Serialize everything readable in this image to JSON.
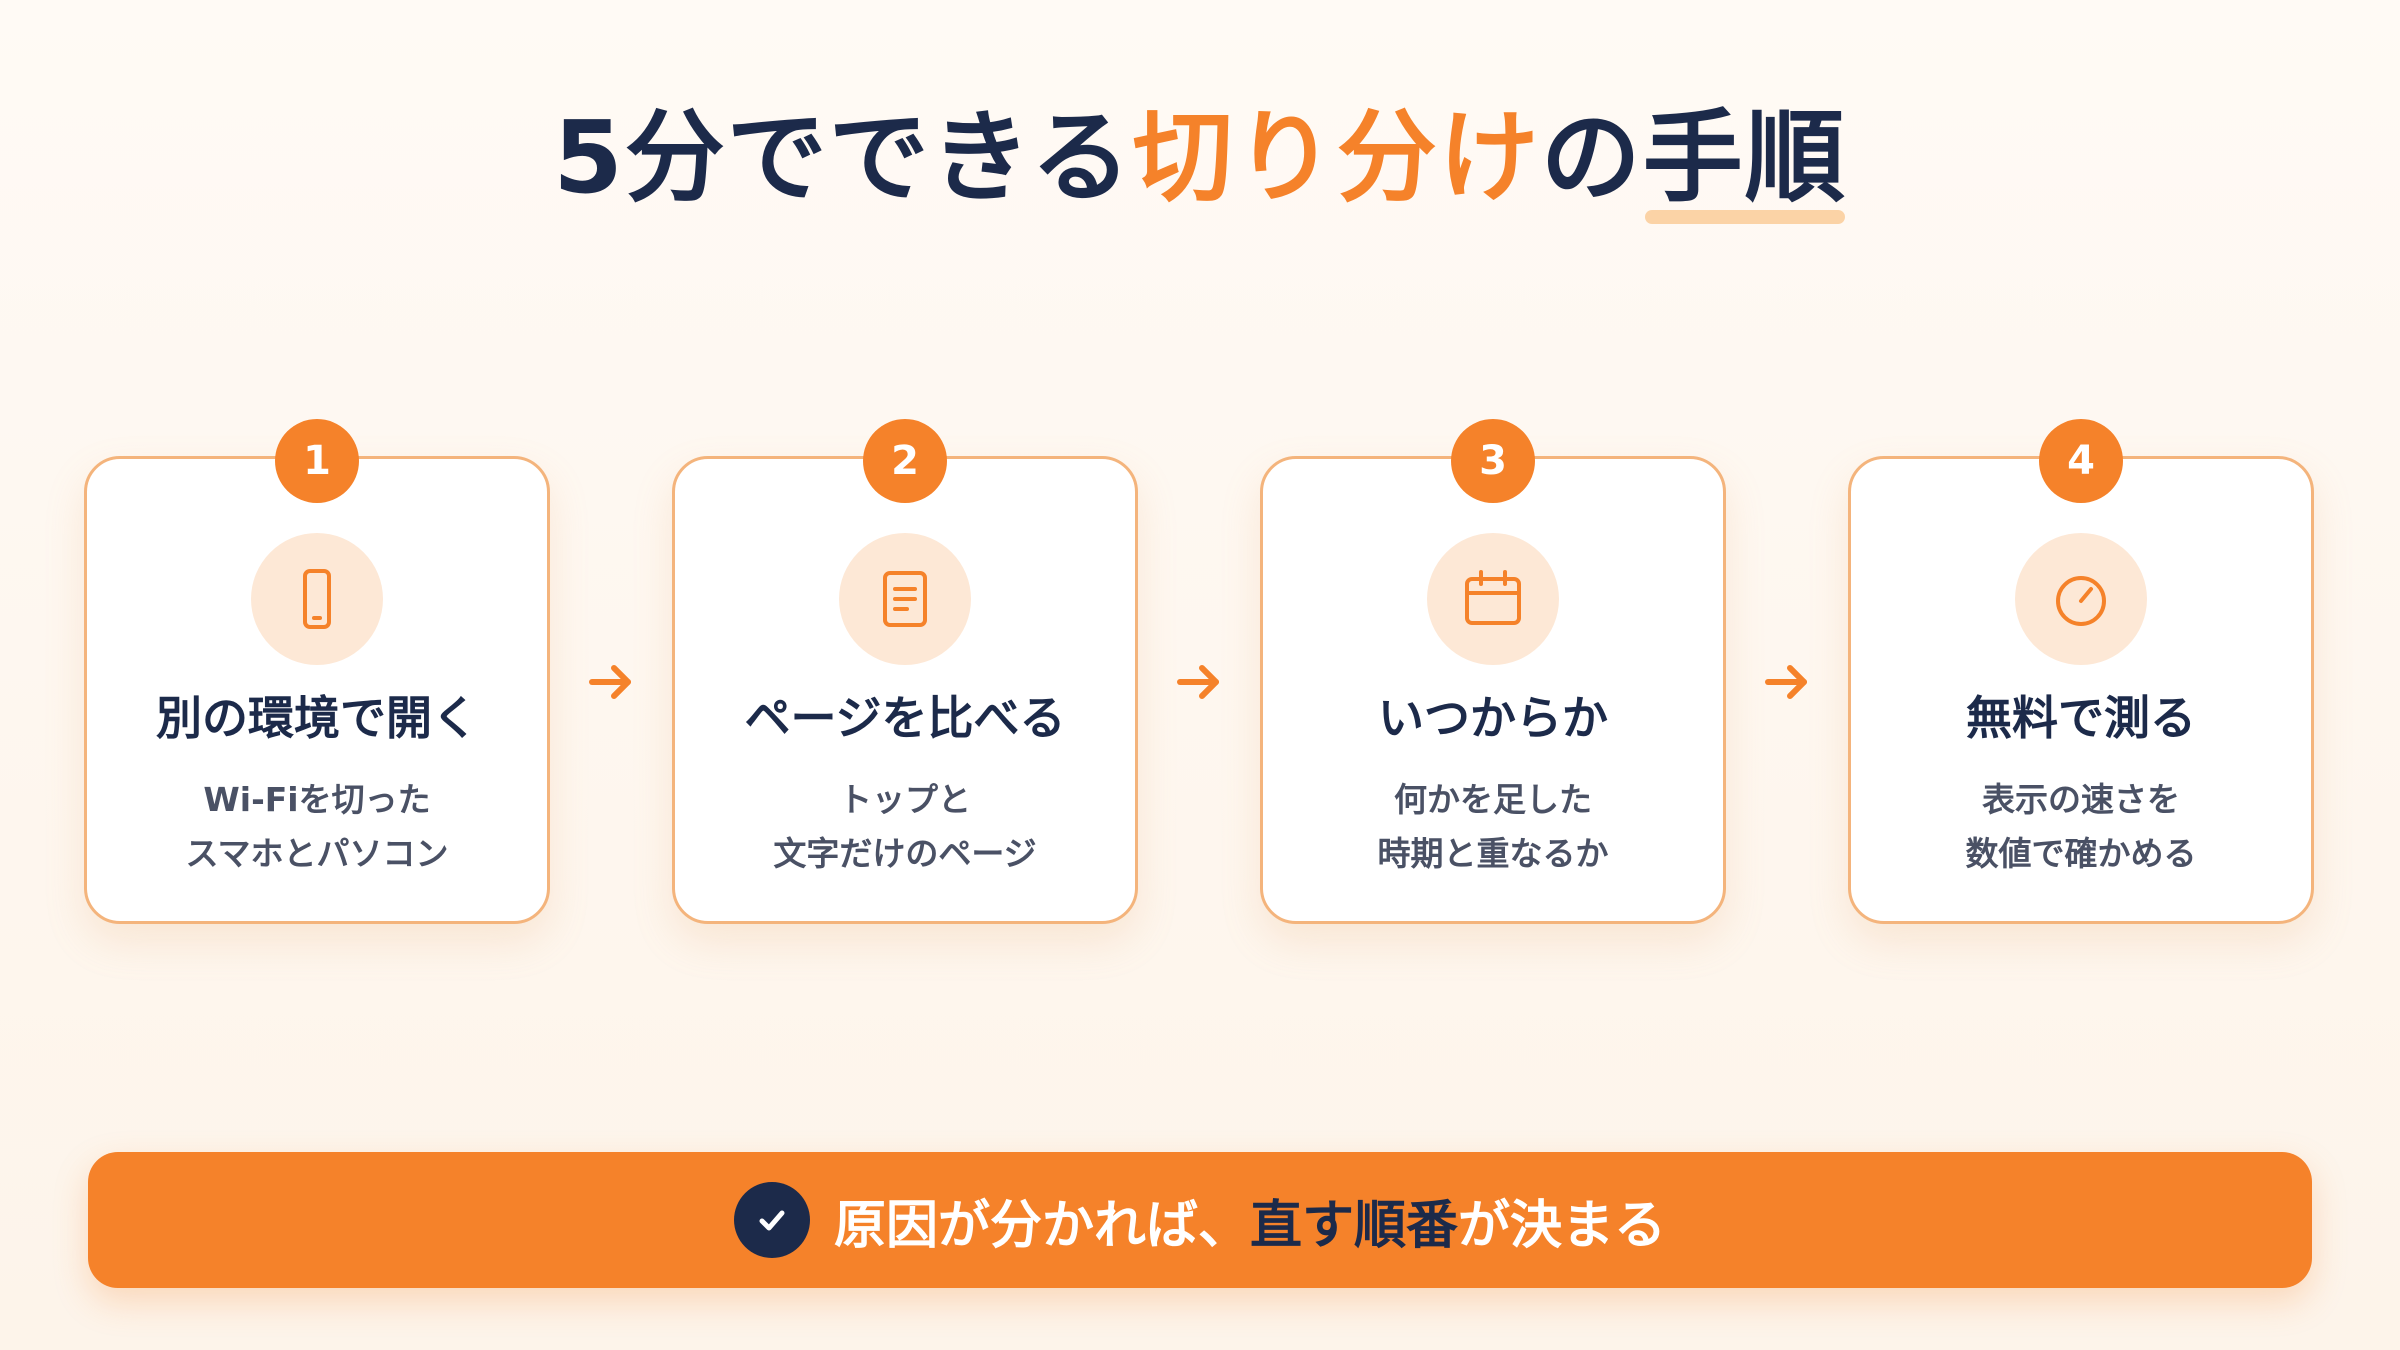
{
  "title": {
    "part1": "5分でできる",
    "accent": "切り分け",
    "part2": "の",
    "underlined": "手順"
  },
  "colors": {
    "accent": "#f5822a",
    "navy": "#1c2a4a",
    "card_border": "#f4b47c",
    "icon_bg": "#fde8d6"
  },
  "steps": [
    {
      "number": "1",
      "icon": "smartphone-icon",
      "title": "別の環境で開く",
      "desc_line1": "Wi-Fiを切った",
      "desc_line2": "スマホとパソコン"
    },
    {
      "number": "2",
      "icon": "document-icon",
      "title": "ページを比べる",
      "desc_line1": "トップと",
      "desc_line2": "文字だけのページ"
    },
    {
      "number": "3",
      "icon": "calendar-icon",
      "title": "いつからか",
      "desc_line1": "何かを足した",
      "desc_line2": "時期と重なるか"
    },
    {
      "number": "4",
      "icon": "gauge-icon",
      "title": "無料で測る",
      "desc_line1": "表示の速さを",
      "desc_line2": "数値で確かめる"
    }
  ],
  "banner": {
    "icon": "check-icon",
    "text1": "原因が分かれば、",
    "dark1": "直す順番",
    "text2": "が決まる"
  }
}
